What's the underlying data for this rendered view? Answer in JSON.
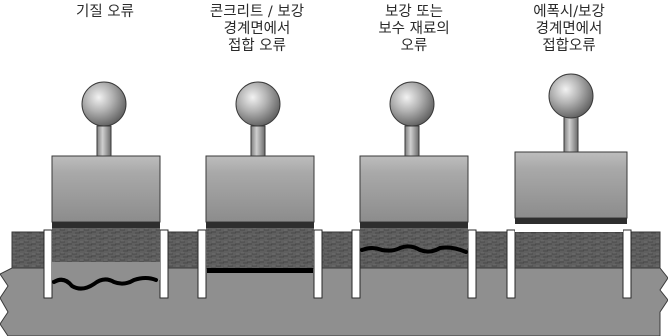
{
  "diagram": {
    "panels": [
      {
        "id": "substrate",
        "label_lines": [
          "기질 오류"
        ]
      },
      {
        "id": "concrete-overlay",
        "label_lines": [
          "콘크리트 / 보강",
          "경계면에서",
          "접합 오류"
        ]
      },
      {
        "id": "overlay-repair",
        "label_lines": [
          "보강 또는",
          "보수 재료의",
          "오류"
        ]
      },
      {
        "id": "epoxy-overlay",
        "label_lines": [
          "에폭시/보강",
          "경계면에서",
          "접합오류"
        ]
      }
    ]
  },
  "colors": {
    "substrate_fill": "#8f8f8f",
    "overlay_fill": "#5a5a5a",
    "puller_face": "#a8a8a8",
    "failure_line": "#000000"
  }
}
